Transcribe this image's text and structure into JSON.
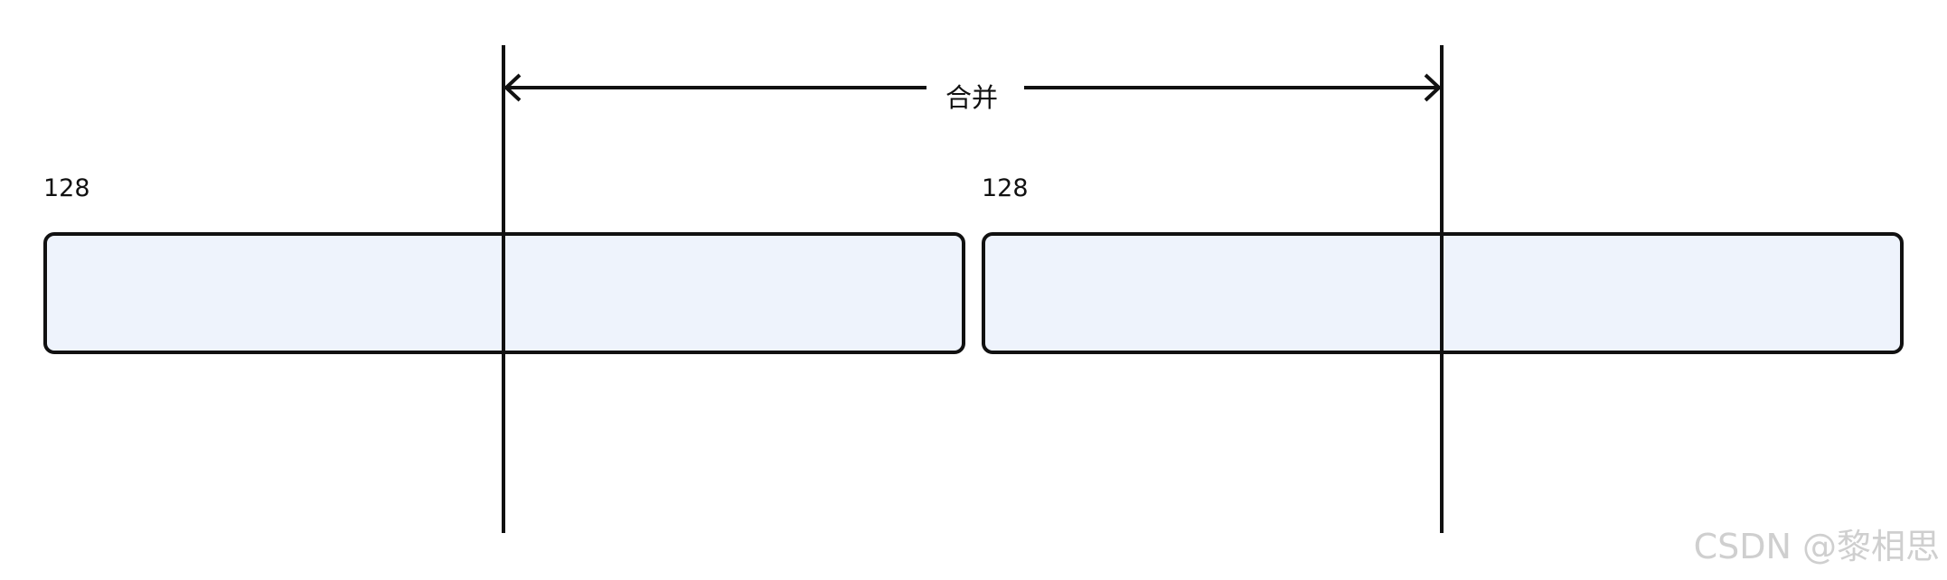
{
  "blocks": [
    {
      "label": "128"
    },
    {
      "label": "128"
    }
  ],
  "merge": {
    "label": "合并"
  },
  "watermark": {
    "text": "CSDN @黎相思"
  }
}
